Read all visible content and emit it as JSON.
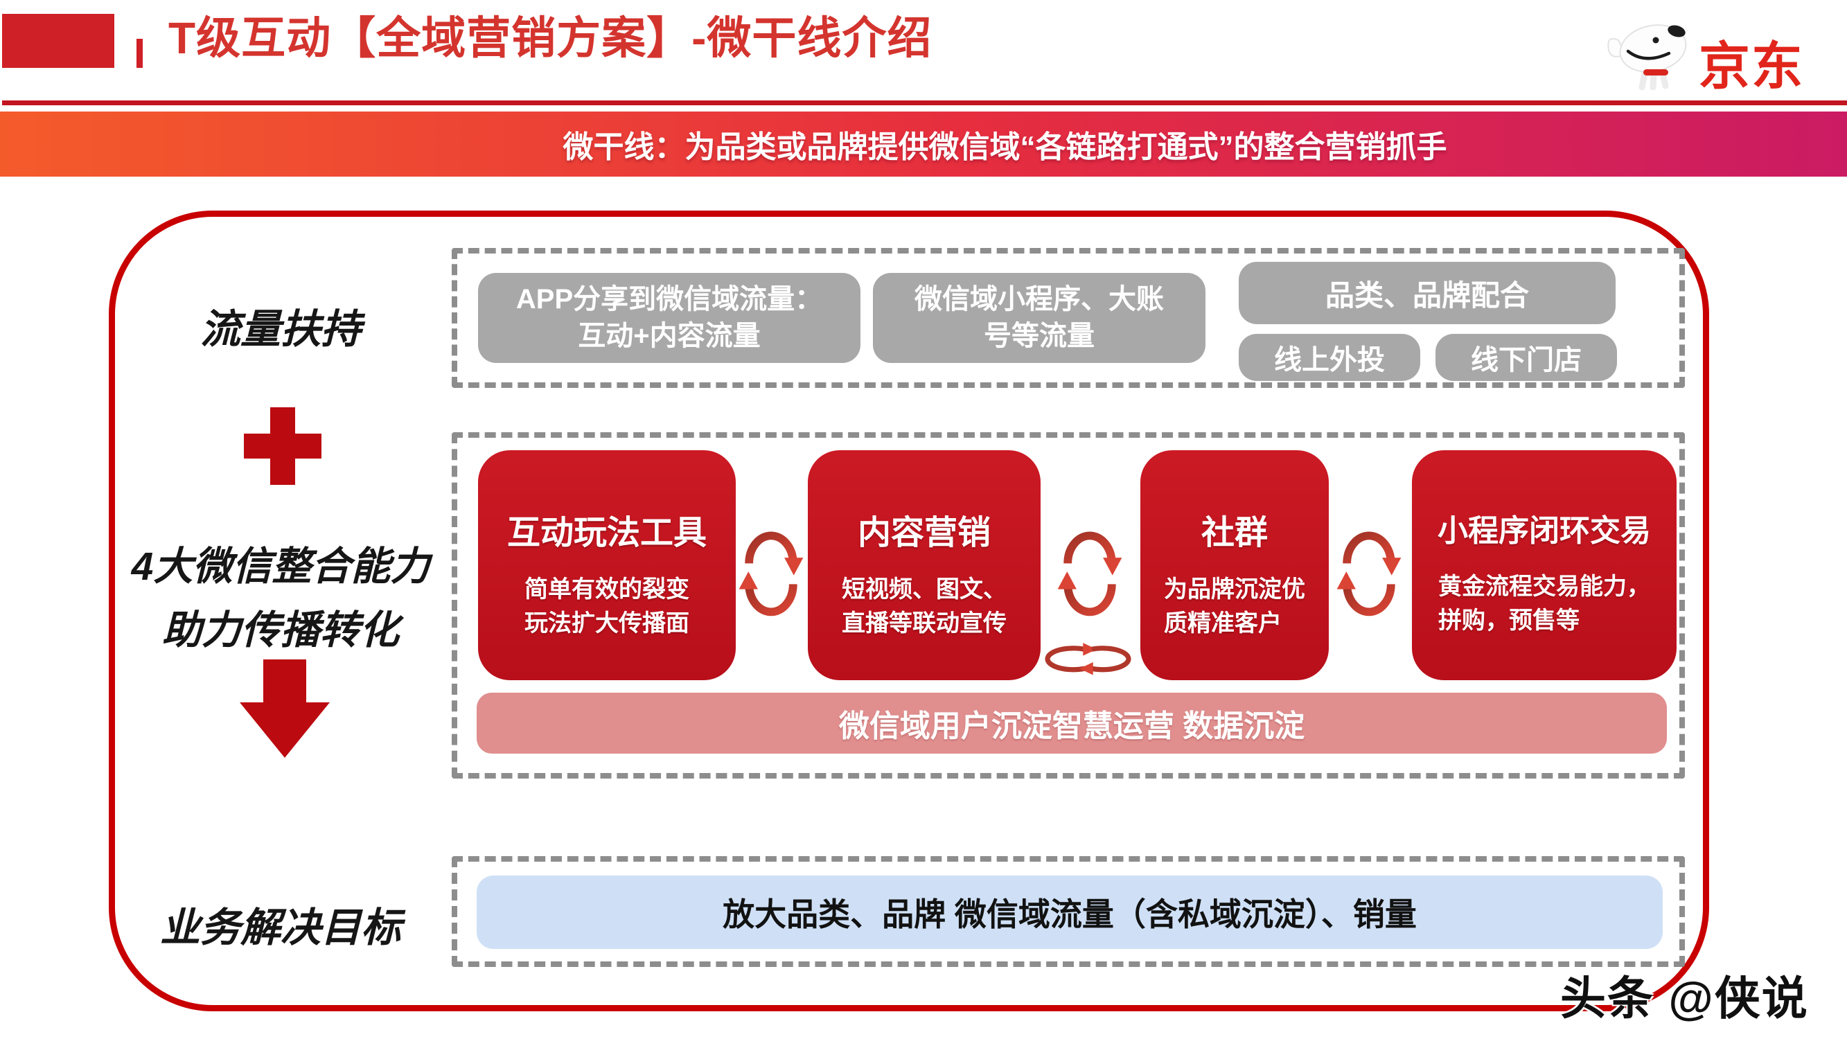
{
  "header": {
    "title": "T级互动【全域营销方案】-微干线介绍",
    "brand": {
      "name": "京东",
      "mascot_icon": "jd-dog-mascot"
    }
  },
  "banner": {
    "text": "微干线：为品类或品牌提供微信域“各链路打通式”的整合营销抓手"
  },
  "left_rail": {
    "traffic_support": "流量扶持",
    "capability_line1": "4大微信整合能力",
    "capability_line2": "助力传播转化",
    "business_goal": "业务解决目标"
  },
  "traffic_zone": {
    "app_share": {
      "line1": "APP分享到微信域流量：",
      "line2": "互动+内容流量"
    },
    "miniprogram": {
      "line1": "微信域小程序、大账",
      "line2": "号等流量"
    },
    "category_coop": "品类、品牌配合",
    "online_ads": "线上外投",
    "offline_store": "线下门店"
  },
  "capability_zone": {
    "pillars": [
      {
        "title": "互动玩法工具",
        "desc_line1": "简单有效的裂变",
        "desc_line2": "玩法扩大传播面"
      },
      {
        "title": "内容营销",
        "desc_line1": "短视频、图文、",
        "desc_line2": "直播等联动宣传"
      },
      {
        "title": "社群",
        "desc_line1": "为品牌沉淀优",
        "desc_line2": "质精准客户"
      },
      {
        "title": "小程序闭环交易",
        "desc_line1": "黄金流程交易能力，",
        "desc_line2": "拼购，预售等"
      }
    ],
    "operation_bar": "微信域用户沉淀智慧运营 数据沉淀"
  },
  "goal_zone": {
    "goal_bar": "放大品类、品牌 微信域流量（含私域沉淀）、销量"
  },
  "watermark": "头条 @侠说",
  "colors": {
    "jd_red": "#e1251b",
    "title_red": "#d4342e",
    "frame_red": "#c80000",
    "pillar_red": "#c31622",
    "banner_gradient_left": "#f45b2b",
    "banner_gradient_right": "#cb1b63",
    "pink_bar": "#e08e8e",
    "blue_bar": "#cfe0f6",
    "gray_box": "#a8a8a8",
    "dash_gray": "#8d8d8d"
  }
}
